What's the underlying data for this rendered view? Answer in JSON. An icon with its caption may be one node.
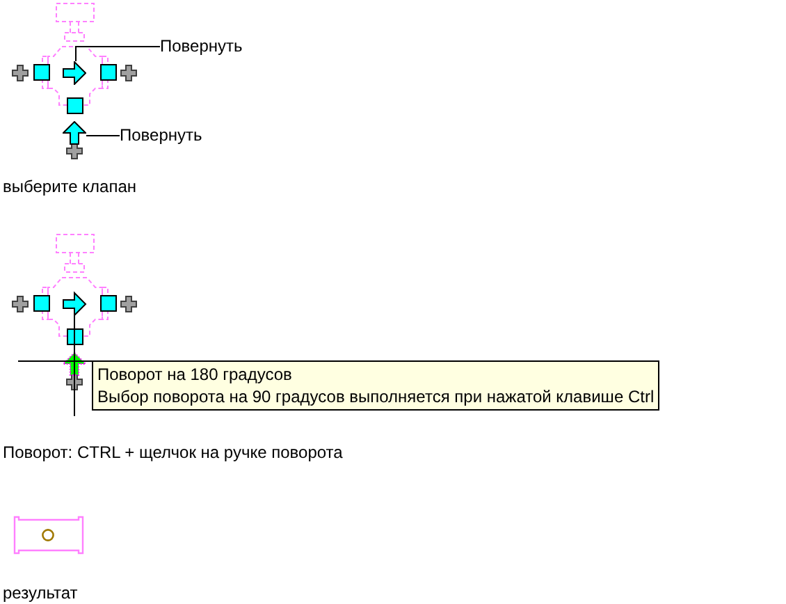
{
  "diagram": {
    "nodes": [
      {
        "text": [
          "Повернуть"
        ]
      },
      {
        "text": [],
        "shape": "arrow"
      },
      {
        "text": [],
        "shape": "arrow"
      },
      {
        "text": [
          "Повернуть"
        ]
      },
      {
        "text": [
          "Поворот на 180 градусов",
          "Выбор поворота на 90 градусов выполняется при нажатой клавише Ctrl"
        ]
      }
    ],
    "edges": [
      {
        "from": 0,
        "to": 1,
        "arrow": "none"
      },
      {
        "from": 3,
        "to": 2,
        "arrow": "none"
      }
    ],
    "labels": [
      "выберите клапан",
      "Поворот: CTRL + щелчок на ручке поворота",
      "результат"
    ]
  }
}
